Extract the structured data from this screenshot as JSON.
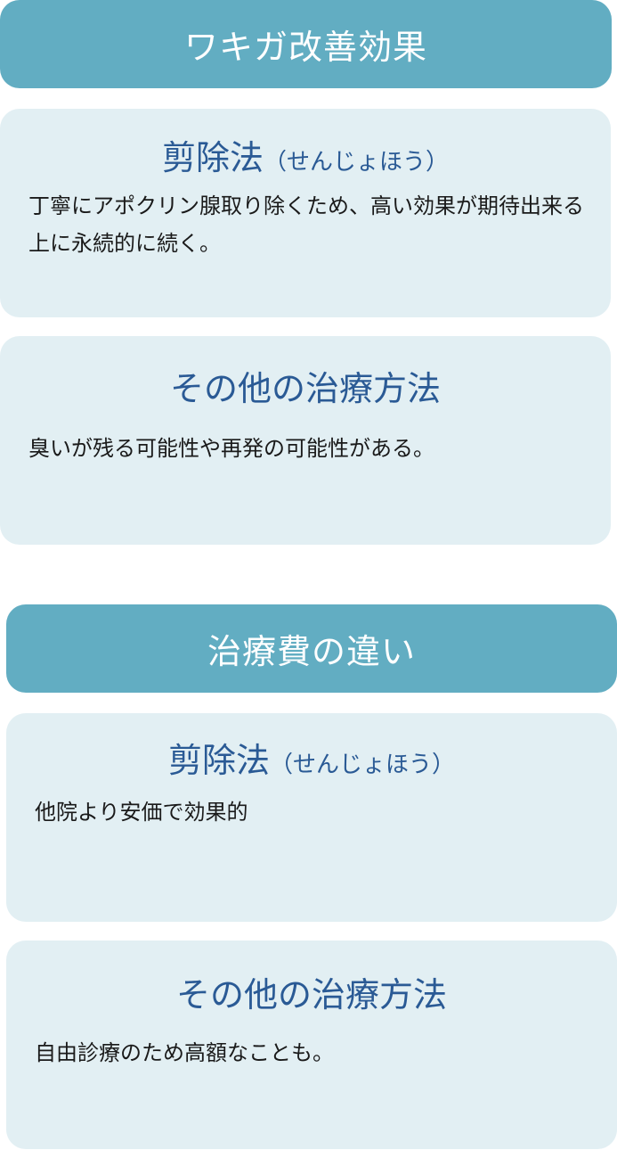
{
  "sections": [
    {
      "header": "ワキガ改善効果",
      "cards": [
        {
          "title": "剪除法",
          "title_reading": "（せんじょほう）",
          "body": "丁寧にアポクリン腺取り除くため、高い効果が期待出来る上に永続的に続く。"
        },
        {
          "title": "その他の治療方法",
          "title_reading": "",
          "body": "臭いが残る可能性や再発の可能性がある。"
        }
      ]
    },
    {
      "header": "治療費の違い",
      "cards": [
        {
          "title": "剪除法",
          "title_reading": "（せんじょほう）",
          "body": "他院より安価で効果的"
        },
        {
          "title": "その他の治療方法",
          "title_reading": "",
          "body": "自由診療のため高額なことも。"
        }
      ]
    }
  ],
  "colors": {
    "header_bg": "#62adc2",
    "card_bg": "#e2eff3",
    "title_text": "#2a5a95",
    "body_text": "#1a1a1a"
  }
}
